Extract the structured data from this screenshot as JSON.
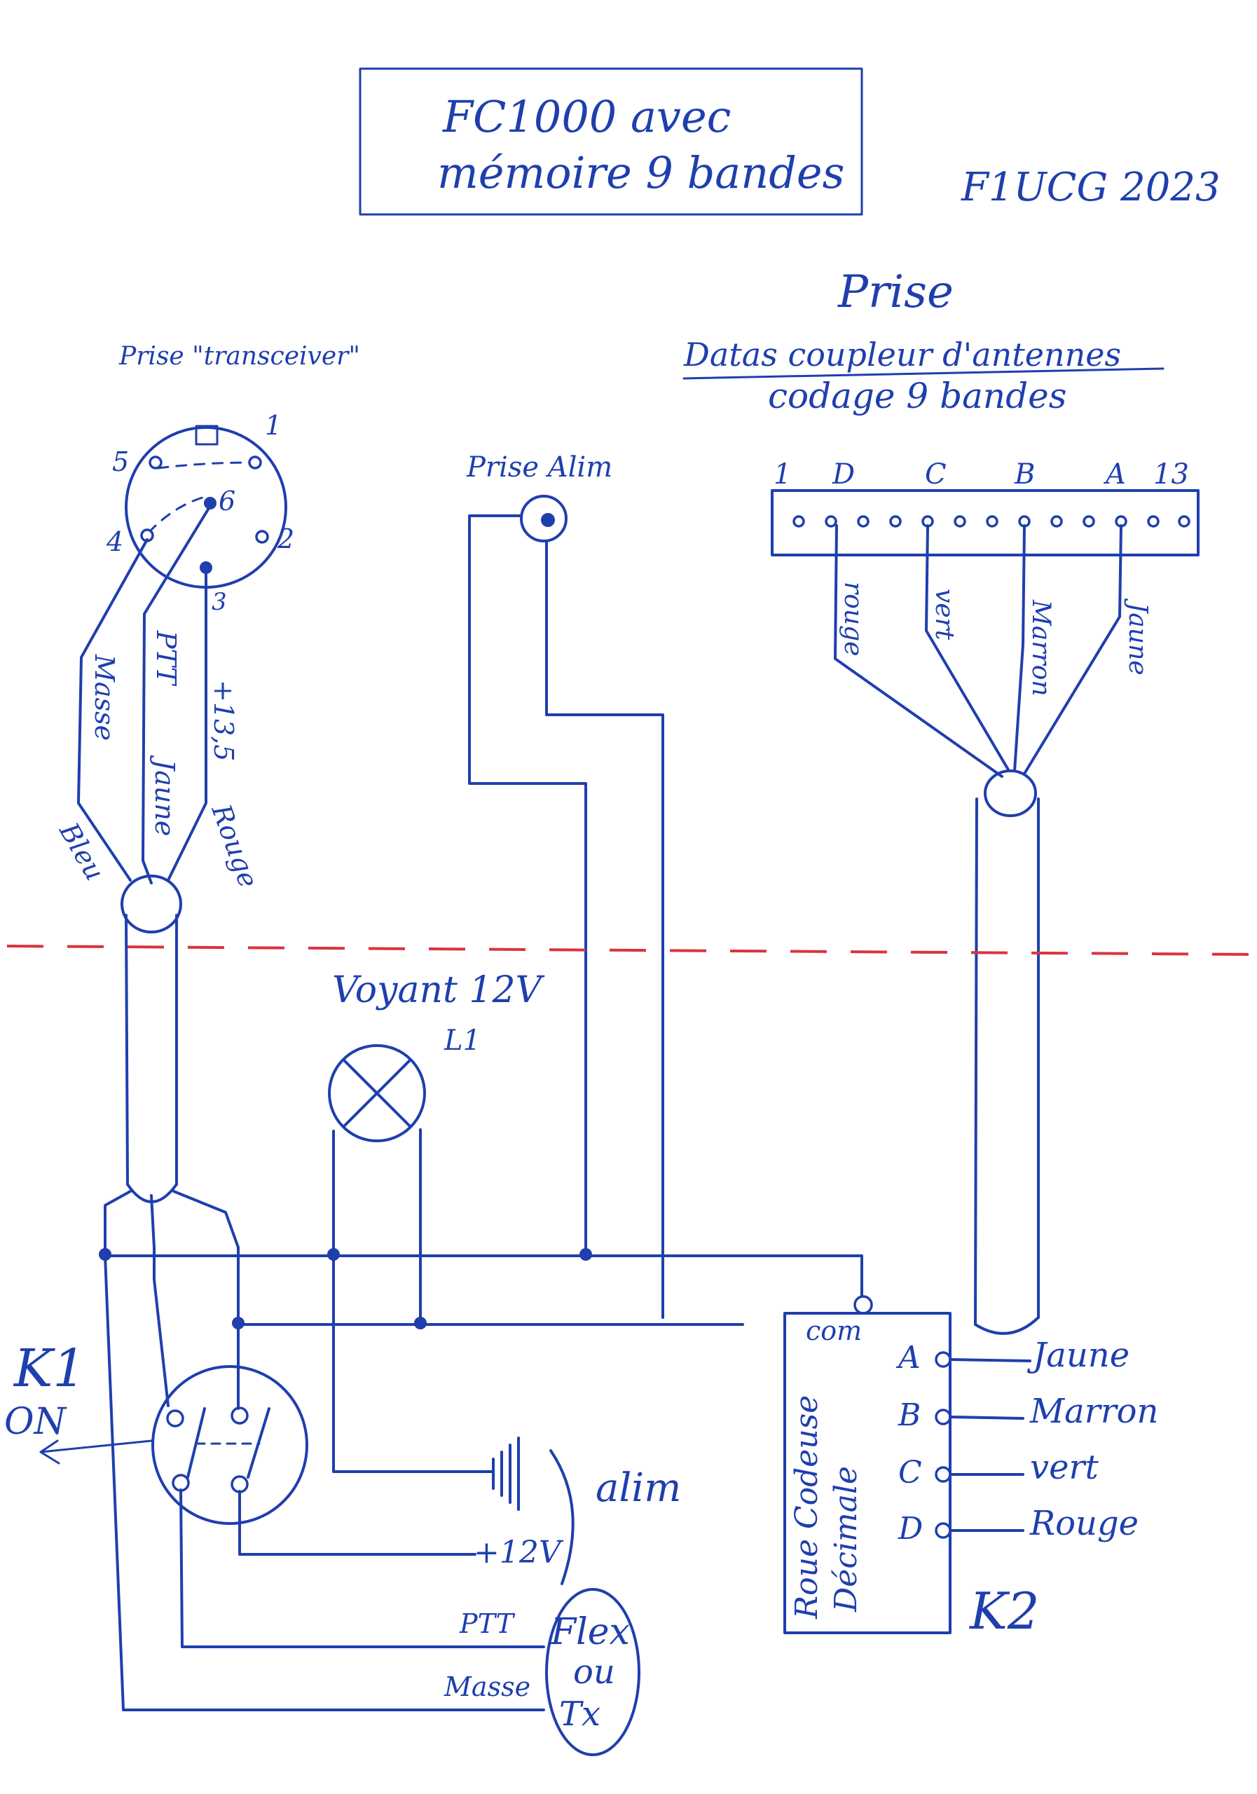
{
  "title": {
    "line1": "FC1000 avec",
    "line2": "mémoire 9 bandes"
  },
  "author": "F1UCG 2023",
  "transceiver_plug": {
    "label": "Prise \"transceiver\"",
    "pins": [
      "1",
      "2",
      "3",
      "4",
      "5",
      "6"
    ],
    "wire_functions": [
      "Masse",
      "PTT",
      "+13,5"
    ],
    "wire_colors": [
      "Bleu",
      "Jaune",
      "Rouge"
    ]
  },
  "power_plug": {
    "label": "Prise Alim"
  },
  "data_plug": {
    "label": "Prise",
    "subtitle1": "Datas coupleur d'antennes",
    "subtitle2": "codage 9 bandes",
    "pin_labels": [
      "1",
      "D",
      "C",
      "B",
      "A",
      "13"
    ],
    "wire_colors": [
      "rouge",
      "vert",
      "Marron",
      "Jaune"
    ]
  },
  "lamp": {
    "label": "Voyant 12V",
    "ref": "L1"
  },
  "switch": {
    "ref": "K1",
    "state": "ON"
  },
  "supply": {
    "label": "alim",
    "plus": "+12V"
  },
  "flex_block": {
    "label1": "Flex",
    "label2": "ou",
    "label3": "Tx",
    "ptt": "PTT",
    "masse": "Masse"
  },
  "encoder": {
    "ref": "K2",
    "com": "com",
    "title1": "Roue Codeuse",
    "title2": "Décimale",
    "terminals": [
      "A",
      "B",
      "C",
      "D"
    ],
    "wire_colors": [
      "Jaune",
      "Marron",
      "vert",
      "Rouge"
    ]
  },
  "colors": {
    "ink": "#1f3fae",
    "separator": "#d9343f"
  }
}
